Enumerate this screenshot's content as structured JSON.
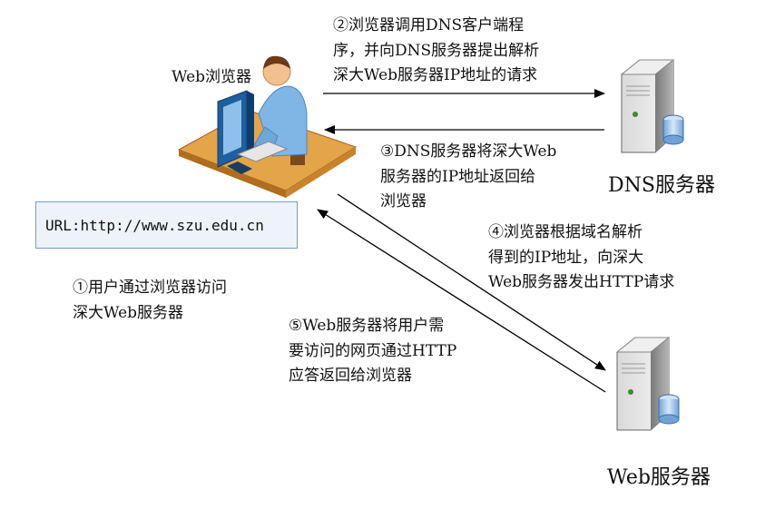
{
  "browser_label": "Web浏览器",
  "url_box": "URL:http://www.szu.edu.cn",
  "dns_server_label": "DNS服务器",
  "web_server_label": "Web服务器",
  "step1": [
    "①用户通过浏览器访问",
    "深大Web服务器"
  ],
  "step2": [
    "②浏览器调用DNS客户端程",
    "序，并向DNS服务器提出解析",
    "深大Web服务器IP地址的请求"
  ],
  "step3": [
    "③DNS服务器将深大Web",
    "服务器的IP地址返回给",
    "浏览器"
  ],
  "step4": [
    "④浏览器根据域名解析",
    "得到的IP地址，向深大",
    "Web服务器发出HTTP请求"
  ],
  "step5": [
    "⑤Web服务器将用户需",
    "要访问的网页通过HTTP",
    "应答返回给浏览器"
  ]
}
